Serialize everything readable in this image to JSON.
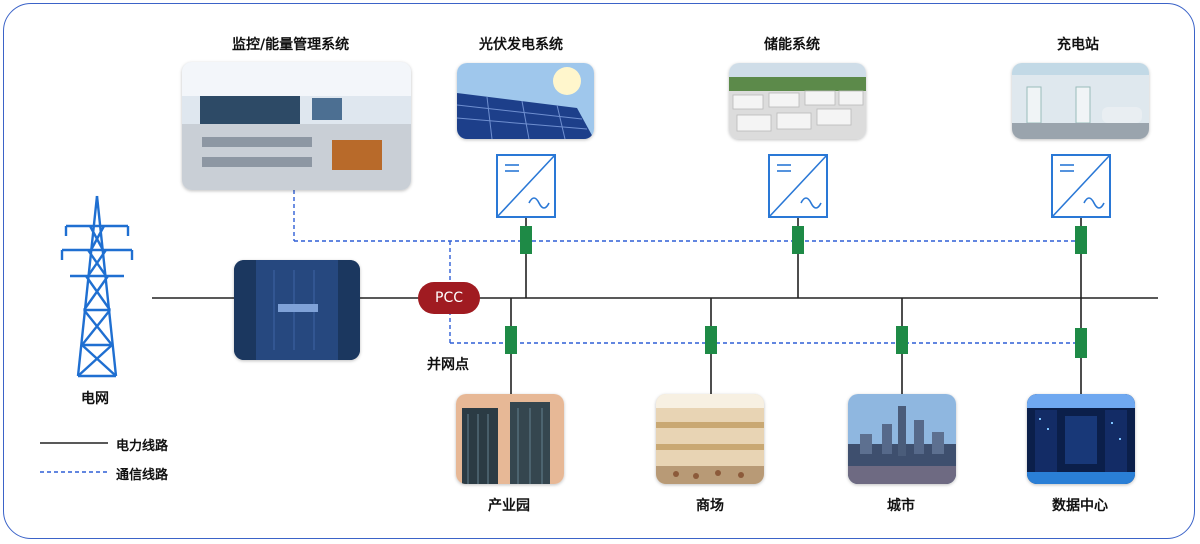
{
  "labels": {
    "monitoring": "监控/能量管理系统",
    "pv": "光伏发电系统",
    "storage": "储能系统",
    "charging": "充电站",
    "grid": "电网",
    "pcc": "PCC",
    "grid_point": "并网点",
    "industrial_park": "产业园",
    "mall": "商场",
    "city": "城市",
    "datacenter": "数据中心"
  },
  "legend": {
    "power_line": "电力线路",
    "comm_line": "通信线路"
  },
  "colors": {
    "power_line": "#222222",
    "comm_line": "#2f5fd6",
    "converter": "#2a78d6",
    "meter": "#1e8a46",
    "pcc": "#a01b21",
    "frame": "#3b63c8"
  },
  "icons": {
    "grid": "transmission-tower-icon",
    "converter": "dc-ac-converter-icon",
    "meter": "meter-icon"
  }
}
